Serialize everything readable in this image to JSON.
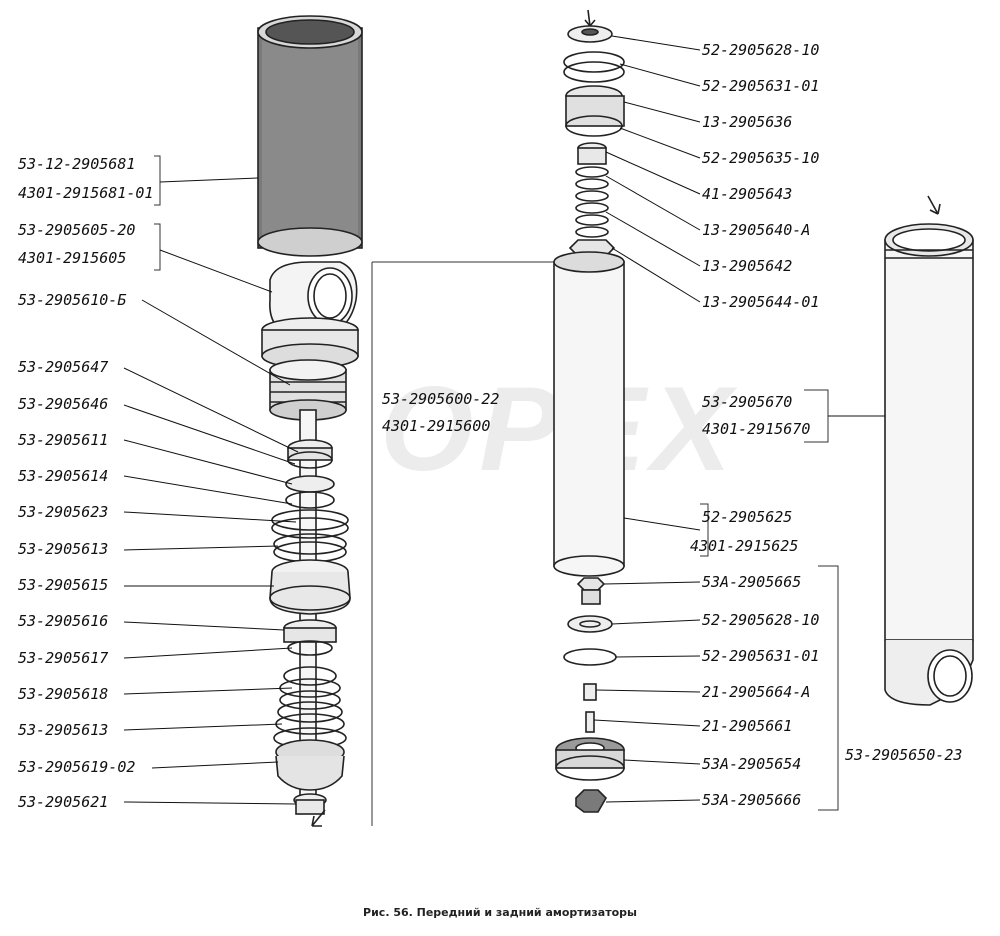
{
  "figure": {
    "caption": "Рис. 56. Передний и задний амортизаторы",
    "watermark": "OPEX"
  },
  "left_labels": [
    "53-12-2905681",
    "4301-2915681-01",
    "53-2905605-20",
    "4301-2915605",
    "53-2905610-Б",
    "53-2905647",
    "53-2905646",
    "53-2905611",
    "53-2905614",
    "53-2905623",
    "53-2905613",
    "53-2905615",
    "53-2905616",
    "53-2905617",
    "53-2905618",
    "53-2905613",
    "53-2905619-02",
    "53-2905621"
  ],
  "center_labels": [
    "53-2905600-22",
    "4301-2915600"
  ],
  "right_labels": [
    "52-2905628-10",
    "52-2905631-01",
    "13-2905636",
    "52-2905635-10",
    "41-2905643",
    "13-2905640-А",
    "13-2905642",
    "13-2905644-01",
    "53-2905670",
    "4301-2915670",
    "52-2905625",
    "4301-2915625",
    "53А-2905665",
    "52-2905628-10",
    "52-2905631-01",
    "21-2905664-А",
    "21-2905661",
    "53А-2905654",
    "53А-2905666"
  ],
  "group_label": "53-2905650-23"
}
